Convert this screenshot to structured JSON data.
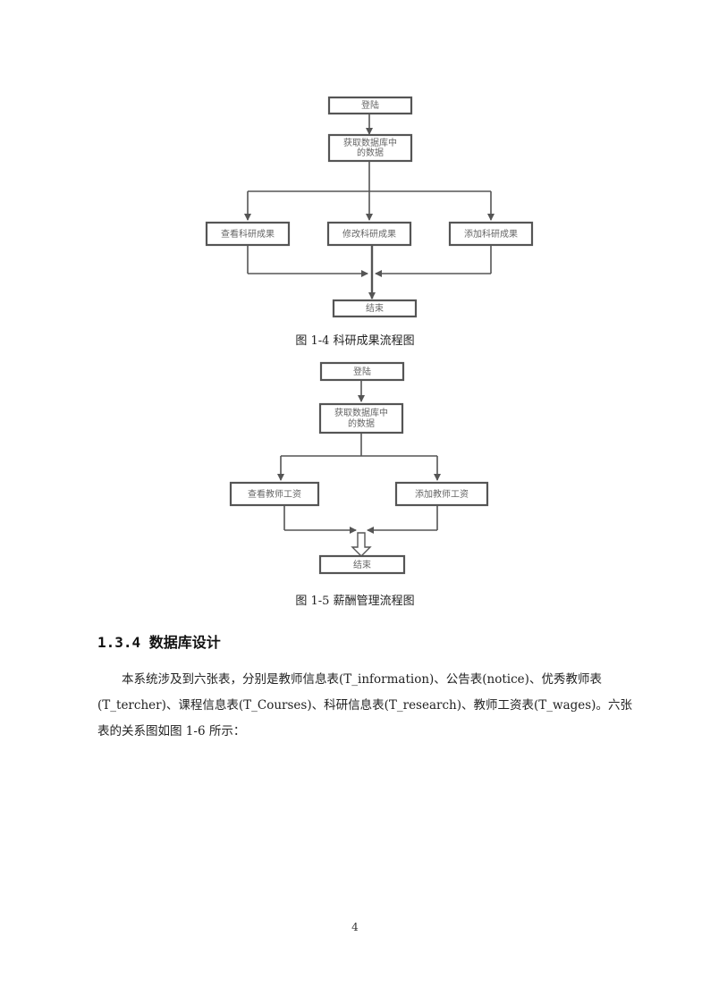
{
  "figure1": {
    "nodes": {
      "login": "登陆",
      "fetch": [
        "获取数据库中",
        "的数据"
      ],
      "view": "查看科研成果",
      "modify": "修改科研成果",
      "add": "添加科研成果",
      "end": "结束"
    },
    "caption": "图 1-4 科研成果流程图"
  },
  "figure2": {
    "nodes": {
      "login": "登陆",
      "fetch": [
        "获取数据库中",
        "的数据"
      ],
      "view": "查看教师工资",
      "add": "添加教师工资",
      "end": "结束"
    },
    "caption": "图 1-5 薪酬管理流程图"
  },
  "section": {
    "heading": "1.3.4 数据库设计",
    "paragraph_lines": [
      "本系统涉及到六张表，分别是教师信息表(T_information)、公告表(notice)、优秀教师表",
      "(T_tercher)、课程信息表(T_Courses)、科研信息表(T_research)、教师工资表(T_wages)。六张",
      "表的关系图如图 1-6 所示："
    ]
  },
  "page_number": "4"
}
